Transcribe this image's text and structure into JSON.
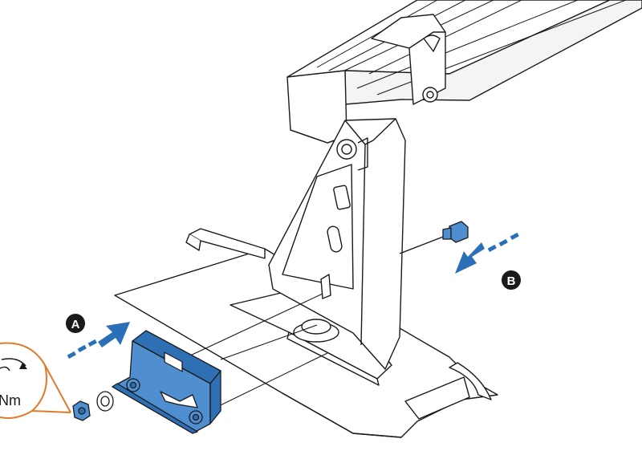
{
  "callouts": {
    "a": "A",
    "b": "B"
  },
  "torque": {
    "unit": "Nm"
  },
  "colors": {
    "line": "#1a1a1a",
    "clamp_fill": "#4f8fd0",
    "clamp_dark": "#2f6fb4",
    "arrow": "#2a6fb8",
    "torque_outline": "#e07a2a",
    "callout_fill": "#1a1a1a"
  }
}
